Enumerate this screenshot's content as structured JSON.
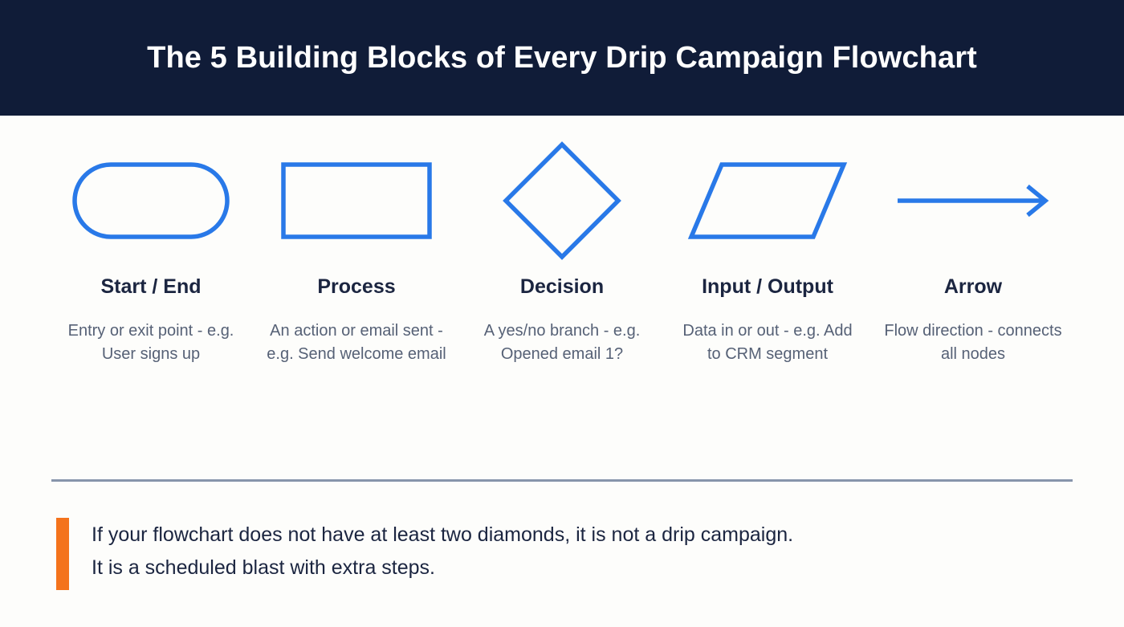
{
  "header": {
    "title": "The 5 Building Blocks of Every Drip Campaign Flowchart"
  },
  "colors": {
    "header_bg": "#101C38",
    "page_bg": "#FDFDFB",
    "shape_stroke": "#2979E8",
    "label_text": "#1B2540",
    "desc_text": "#566176",
    "divider": "#8795AB",
    "accent_bar": "#F4731C"
  },
  "legend": {
    "items": [
      {
        "shape": "stadium",
        "label": "Start / End",
        "desc": "Entry or exit point - e.g. User signs up"
      },
      {
        "shape": "rectangle",
        "label": "Process",
        "desc": "An action or email sent - e.g. Send welcome email"
      },
      {
        "shape": "diamond",
        "label": "Decision",
        "desc": "A yes/no branch - e.g. Opened email 1?"
      },
      {
        "shape": "parallelogram",
        "label": "Input / Output",
        "desc": "Data in or out - e.g. Add to CRM segment"
      },
      {
        "shape": "arrow",
        "label": "Arrow",
        "desc": "Flow direction - connects all nodes"
      }
    ]
  },
  "callout": {
    "line1": "If your flowchart does not have at least two diamonds, it is not a drip campaign.",
    "line2": "It is a scheduled blast with extra steps."
  }
}
